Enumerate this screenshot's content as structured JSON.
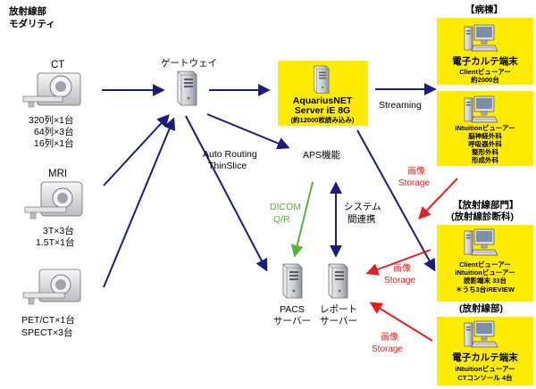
{
  "header": {
    "line1": "放射線部",
    "line2": "モダリティ"
  },
  "modalities": {
    "ct": {
      "name": "CT",
      "specs": [
        "320列×1台",
        "64列×3台",
        "16列×1台"
      ]
    },
    "mri": {
      "name": "MRI",
      "specs": [
        "3T×3台",
        "1.5T×1台"
      ]
    },
    "pet": {
      "specs": [
        "PET/CT×1台",
        "SPECT×3台"
      ]
    }
  },
  "gateway": {
    "label": "ゲートウェイ"
  },
  "aquarius": {
    "line1": "AquariusNET",
    "line2": "Server iE 8G",
    "line3": "(約12000枚読み込み)"
  },
  "flows": {
    "streaming": "Streaming",
    "auto_routing": "Auto Routing",
    "thin_slice": "ThinSlice",
    "aps": "APS機能",
    "dicom": "DICOM",
    "qr": "Q/R",
    "system": "システム",
    "link": "間連携",
    "image": "画像",
    "storage": "Storage"
  },
  "servers": {
    "pacs": {
      "line1": "PACS",
      "line2": "サーバー"
    },
    "report": {
      "line1": "レポート",
      "line2": "サーバー"
    }
  },
  "sections": {
    "ward": "【病棟】",
    "radiology_dept": "【放射線部門】",
    "radiology_diag": "(放射線診断科)",
    "radiology": "(放射線部)"
  },
  "clients": {
    "ward_ekarte": {
      "title": "電子カルテ端末",
      "lines": [
        "Clientビューアー",
        "約2000台"
      ]
    },
    "ward_intuition": {
      "lines": [
        "iNtuitionビューアー",
        "脳神経外科",
        "呼吸器外科",
        "整形外科",
        "形成外科"
      ]
    },
    "diag": {
      "lines": [
        "Clientビューアー",
        "iNtuitionビューアー",
        "読影端末 33台",
        "＊うち3台iREVIEW"
      ]
    },
    "radio": {
      "title": "電子カルテ端末",
      "lines": [
        "iNtuitionビューアー",
        "CTコンソール 4台"
      ]
    }
  },
  "colors": {
    "highlight": "#ffec00",
    "arrow": "#1c1c7a",
    "green": "#5fb03a",
    "red": "#e0201e"
  }
}
